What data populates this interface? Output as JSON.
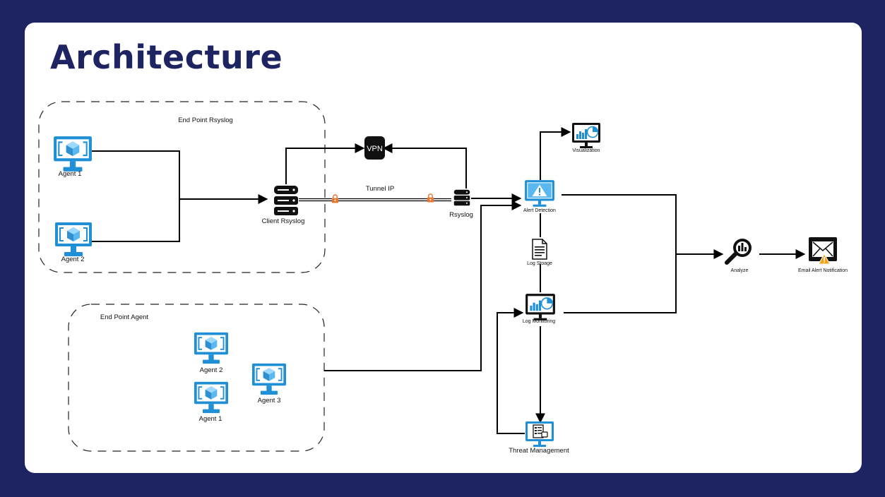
{
  "title": "Architecture",
  "groups": {
    "endpoint_rsyslog": "End Point Rsyslog",
    "endpoint_agent": "End Point Agent"
  },
  "nodes": {
    "rsyslog_agent1": "Agent 1",
    "rsyslog_agent2": "Agent 2",
    "client_rsyslog": "Client Rsyslog",
    "vpn": "VPN",
    "tunnel": "Tunnel IP",
    "rsyslog": "Rsyslog",
    "ep_agent2": "Agent 2",
    "ep_agent3": "Agent 3",
    "ep_agent1": "Agent 1",
    "visualization": "Visualization",
    "alert_detection": "Alert Detection",
    "log_storage": "Log Stoage",
    "log_monitoring": "Log Monitoring",
    "threat_management": "Threat Management",
    "analyze": "Analyze",
    "email_alert": "Email Alert Notification"
  },
  "colors": {
    "background": "#1e2462",
    "card": "#ffffff",
    "title": "#1e2462",
    "monitor_blue": "#1f8fd6",
    "cube_blue": "#59b8f0",
    "lock_orange": "#e8772e",
    "warning_orange": "#f5a11a"
  },
  "icons": {
    "agent": "azure-vm-monitor-icon",
    "server": "server-stack-icon",
    "vpn": "vpn-icon",
    "lock": "lock-icon",
    "alert": "alert-monitor-icon",
    "visualization": "dashboard-monitor-icon",
    "storage": "document-icon",
    "threat": "checklist-monitor-icon",
    "analyze": "magnifier-icon",
    "email": "email-warning-icon"
  }
}
